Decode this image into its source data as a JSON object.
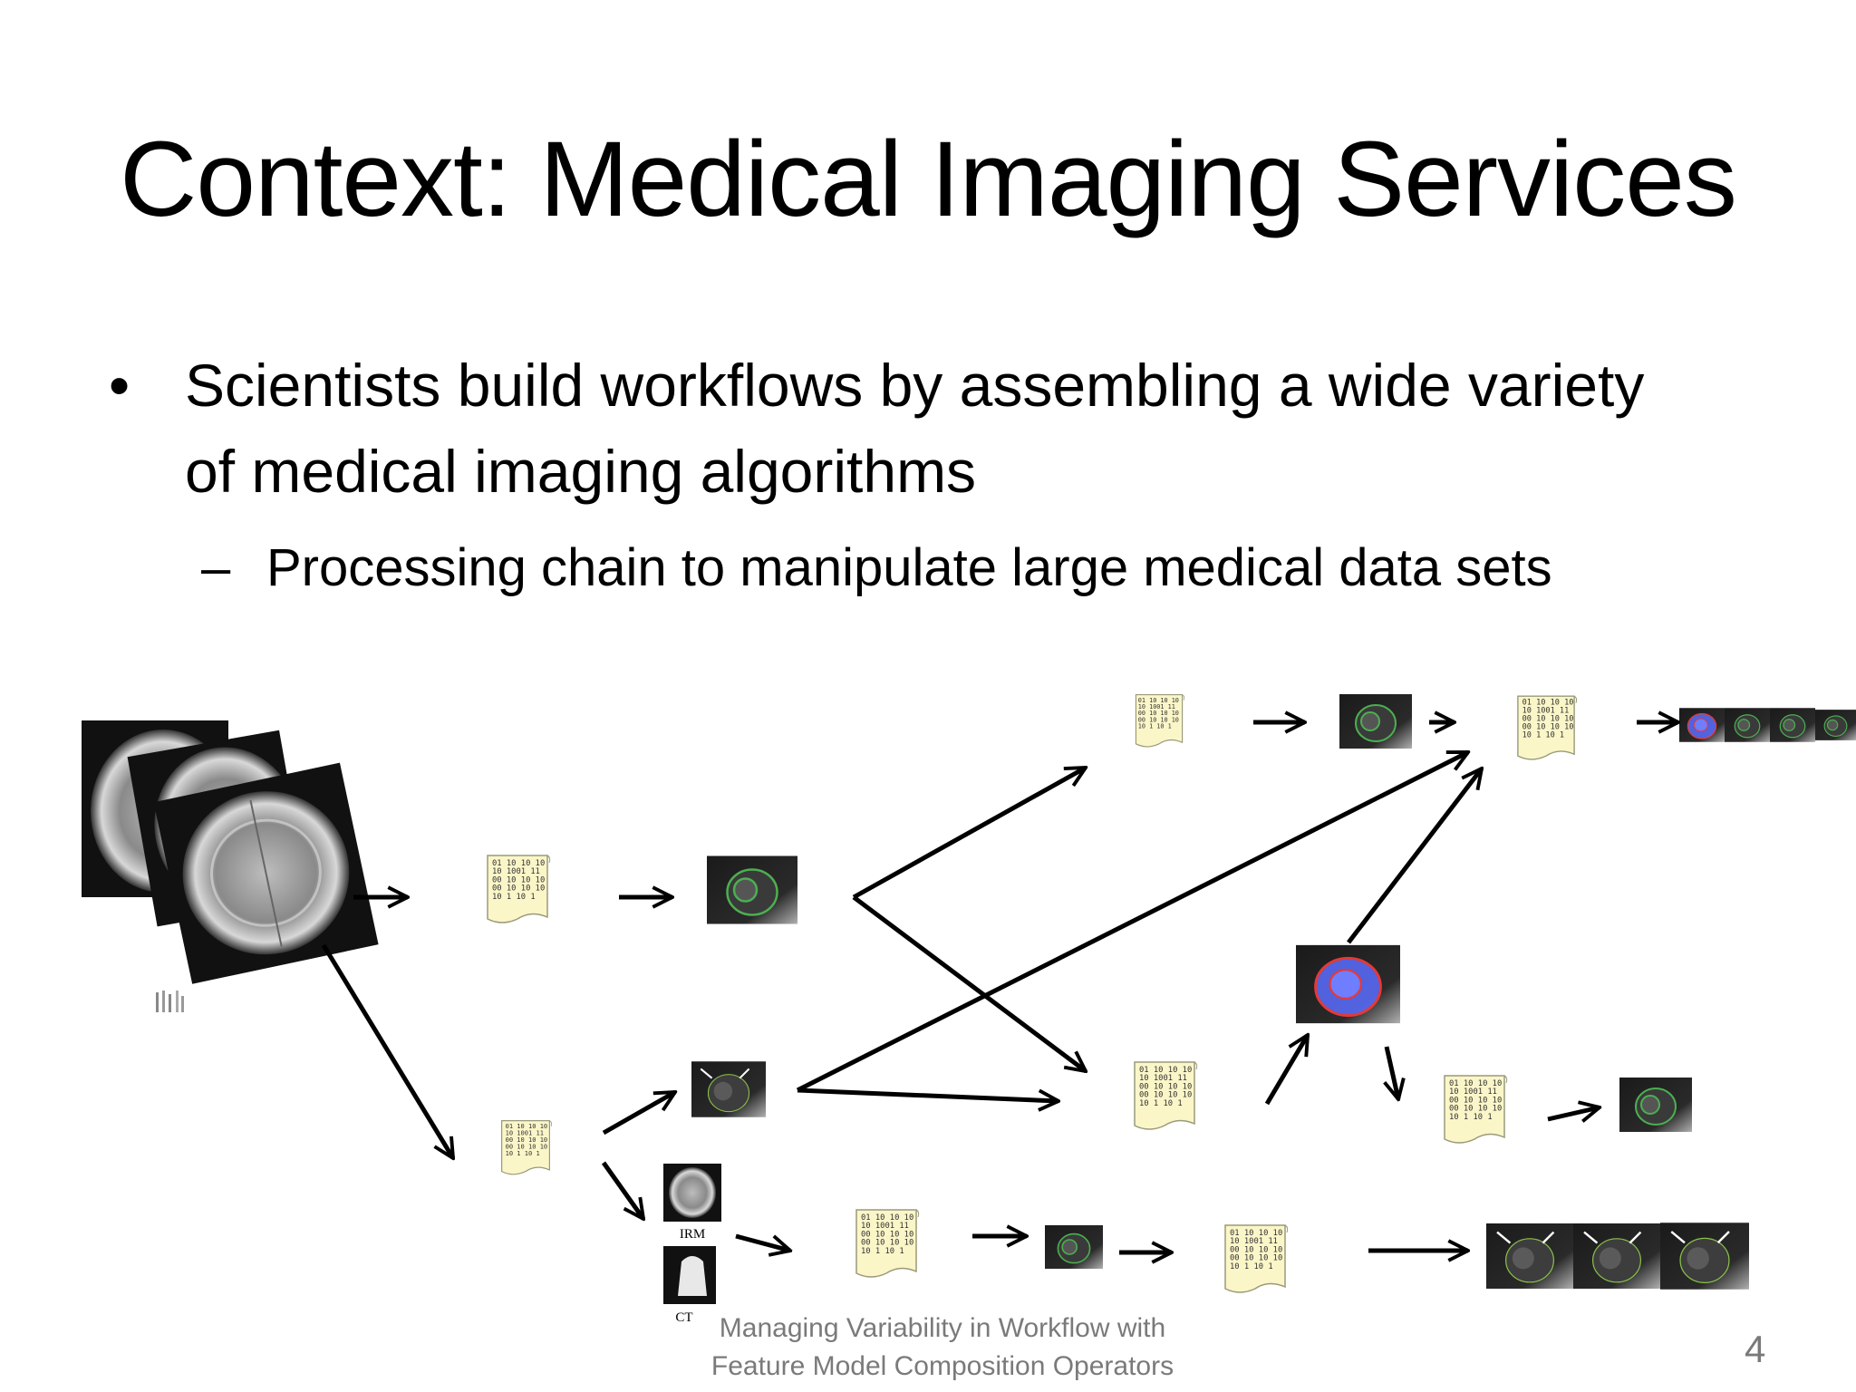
{
  "slide": {
    "title": "Context: Medical Imaging Services",
    "bullet": "Scientists build workflows by assembling a wide variety of medical imaging algorithms",
    "subbullet": "Processing chain to manipulate large medical data sets",
    "bullet_marker": "•",
    "sub_marker": "–"
  },
  "diagram": {
    "data_file_text": [
      "01 10 10 10",
      "10 1001 11",
      "00 10 10 10",
      "00 10 10 10",
      "10 1 10 1"
    ],
    "mri_caption": "IRM",
    "ct_caption": "CT",
    "colors": {
      "file_fill": "#fbf6c8",
      "contour_green": "#4caf50",
      "contour_red": "#e53935",
      "overlay_blue": "#5b6cff"
    }
  },
  "footer": {
    "line1": "Managing Variability in Workflow with",
    "line2": "Feature Model Composition Operators",
    "page": "4"
  }
}
